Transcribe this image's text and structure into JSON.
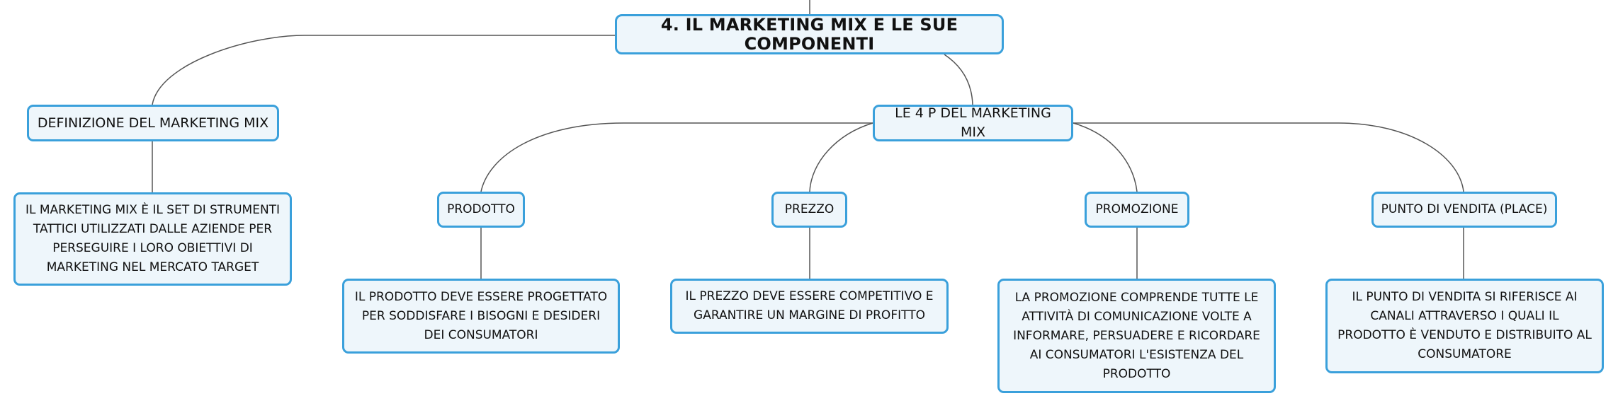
{
  "diagram": {
    "root": {
      "label": "4. IL MARKETING MIX E LE SUE COMPONENTI"
    },
    "branches": {
      "definizione": {
        "label": "DEFINIZIONE DEL MARKETING MIX",
        "detail": "IL MARKETING MIX È IL SET DI STRUMENTI TATTICI UTILIZZATI DALLE AZIENDE PER PERSEGUIRE I LORO OBIETTIVI DI MARKETING NEL MERCATO TARGET"
      },
      "quattro_p": {
        "label": "LE 4 P DEL MARKETING MIX"
      }
    },
    "p_items": {
      "prodotto": {
        "label": "PRODOTTO",
        "detail": "IL PRODOTTO DEVE ESSERE PROGETTATO PER SODDISFARE I BISOGNI E DESIDERI DEI CONSUMATORI"
      },
      "prezzo": {
        "label": "PREZZO",
        "detail": "IL PREZZO DEVE ESSERE COMPETITIVO E GARANTIRE UN MARGINE DI PROFITTO"
      },
      "promozione": {
        "label": "PROMOZIONE",
        "detail": "LA PROMOZIONE COMPRENDE TUTTE LE ATTIVITÀ DI COMUNICAZIONE VOLTE A INFORMARE, PERSUADERE E RICORDARE AI CONSUMATORI L'ESISTENZA DEL PRODOTTO"
      },
      "place": {
        "label": "PUNTO DI VENDITA (PLACE)",
        "detail": "IL PUNTO DI VENDITA SI RIFERISCE AI CANALI ATTRAVERSO I QUALI IL PRODOTTO È VENDUTO E DISTRIBUITO AL CONSUMATORE"
      }
    }
  }
}
